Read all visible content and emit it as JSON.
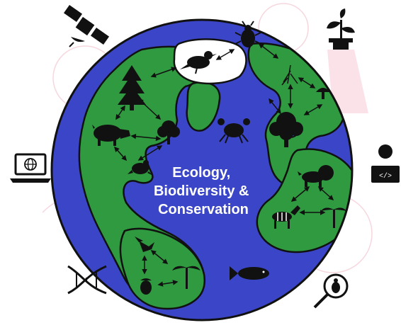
{
  "title": {
    "lines": [
      "Ecology,",
      "Biodiversity &",
      "Conservation"
    ]
  },
  "colors": {
    "ocean": "#3b45c8",
    "land": "#2f9a3f",
    "ice": "#ffffff",
    "outline": "#111111",
    "accent_pink": "#f4b9c6"
  },
  "icons": {
    "corner": [
      "satellite-icon",
      "plant-icon",
      "laptop-globe-icon",
      "person-coding-icon",
      "dna-icon",
      "magnifier-bug-icon"
    ],
    "globe": [
      "bird-icon",
      "beetle-icon",
      "pine-tree-icon",
      "boar-icon",
      "deciduous-tree-icon",
      "frog-icon",
      "crab-icon",
      "large-tree-icon",
      "mushroom-icon",
      "roots-icon",
      "lion-icon",
      "zebra-icon",
      "palm-tree-icon",
      "hummingbird-icon",
      "acorn-icon",
      "fish-icon"
    ]
  }
}
